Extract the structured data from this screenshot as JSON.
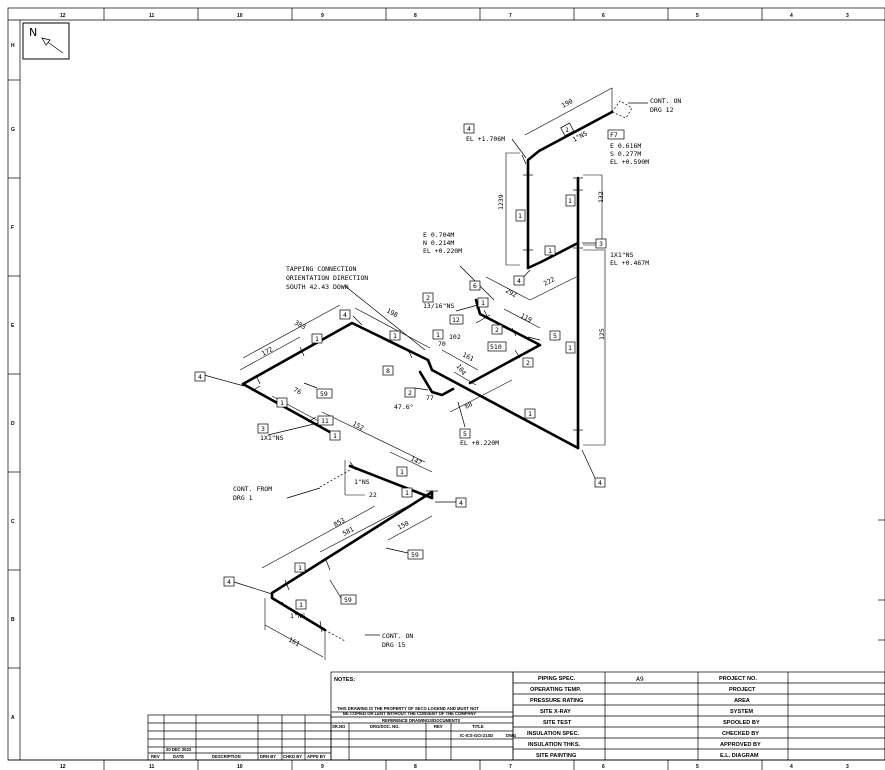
{
  "north_label": "N",
  "zones_top": [
    "12",
    "11",
    "10",
    "9",
    "8",
    "7",
    "6",
    "5",
    "4",
    "3"
  ],
  "zones_bottom": [
    "12",
    "11",
    "10",
    "9",
    "8",
    "7",
    "6",
    "5",
    "4",
    "3"
  ],
  "zones_left": [
    "H",
    "G",
    "F",
    "E",
    "D",
    "C",
    "B",
    "A"
  ],
  "annotations": {
    "cont_on_12a": "CONT. ON",
    "cont_on_12b": "DRG 12",
    "el_1706": "EL +1.706M",
    "f7_e": "E 0.616M",
    "f7_s": "S 0.277M",
    "f7_el": "EL +0.590M",
    "rt_1x1": "1X1\"NS",
    "rt_el": "EL +0.467M",
    "mid_e": "E 0.704M",
    "mid_n": "N 0.214M",
    "mid_el": "EL +0.220M",
    "tap_1": "TAPPING CONNECTION",
    "tap_2": "ORIENTATION DIRECTION",
    "tap_3": "SOUTH 42.43 DOWN",
    "size_13_16": "13/16\"NS",
    "deg": "47.6°",
    "el_0220": "EL +0.220M",
    "lf_1x1": "1X1\"NS",
    "cont_from_a": "CONT. FROM",
    "cont_from_b": "DRG 1",
    "ns_1_a": "1\"NS",
    "ns_1_b": "1\"NS",
    "ns_1_c": "1\"NS",
    "cont_on_15a": "CONT. ON",
    "cont_on_15b": "DRG 15"
  },
  "dims": {
    "d190": "190",
    "d1239": "1239",
    "d132": "132",
    "d292": "292",
    "d222": "222",
    "d119": "119",
    "d102": "102",
    "d125": "125",
    "d383": "383",
    "d198": "198",
    "d172": "172",
    "d76": "76",
    "d70": "70",
    "d161a": "161",
    "d104": "104",
    "d77": "77",
    "d88": "88",
    "d152": "152",
    "d147": "147",
    "d22": "22",
    "d853": "853",
    "d581": "581",
    "d150": "150",
    "d161b": "161"
  },
  "callouts": {
    "c4a": "4",
    "c4b": "4",
    "c3a": "3",
    "c4c": "4",
    "c6": "6",
    "c2a": "2",
    "c12": "12",
    "c2b": "2",
    "c510": "510",
    "c5a": "5",
    "c2c": "2",
    "c4d": "4",
    "c8": "8",
    "c2d": "2",
    "c5b": "5",
    "c4e": "4",
    "c59a": "59",
    "c11": "11",
    "c3b": "3",
    "c4f": "4",
    "c4g": "4",
    "c59b": "59",
    "c4h": "4",
    "c59c": "59",
    "f7": "F7"
  },
  "segments": {
    "s1": "1",
    "s2": "1",
    "s3": "1",
    "s4": "1",
    "s5": "1",
    "s6": "1",
    "s7": "1",
    "s8": "1",
    "s9": "1",
    "s10": "1",
    "s11": "1",
    "s12": "1",
    "s13": "1",
    "s14": "1",
    "s15": "1",
    "s16": "1"
  },
  "titleblock": {
    "notes": "NOTES:",
    "property_1": "THIS DRAWING IS THE PROPERTY OF SECO LOGEND AND MUST NOT",
    "property_2": "BE COPIED OR LENT WITHOUT THE CONSENT OF THE COMPANY",
    "ref_header": "REFERENCE DRAWINGS/DOCUMENTS",
    "ref_cols": [
      "SR.NO",
      "DRG/DOC. NO.",
      "REV",
      "TITLE"
    ],
    "dwg_no": "IC-ICS-GCI-21SD",
    "dwg_label": "DWG",
    "rev_date": "20 DEC 2023",
    "rev_cols": [
      "REV",
      "DATE",
      "DESCRIPTION",
      "DRN BY",
      "CHKD BY",
      "APPD BY"
    ],
    "left_labels": [
      "PIPING SPEC.",
      "OPERATING TEMP.",
      "PRESSURE RATING",
      "SITE X-RAY",
      "SITE TEST",
      "INSULATION SPEC.",
      "INSULATION THKS.",
      "SITE PAINTING"
    ],
    "piping_spec_value": "A9",
    "right_labels": [
      "PROJECT NO.",
      "PROJECT",
      "AREA",
      "SYSTEM",
      "SPOOLED BY",
      "CHECKED BY",
      "APPROVED BY",
      "E.L. DIAGRAM"
    ]
  }
}
